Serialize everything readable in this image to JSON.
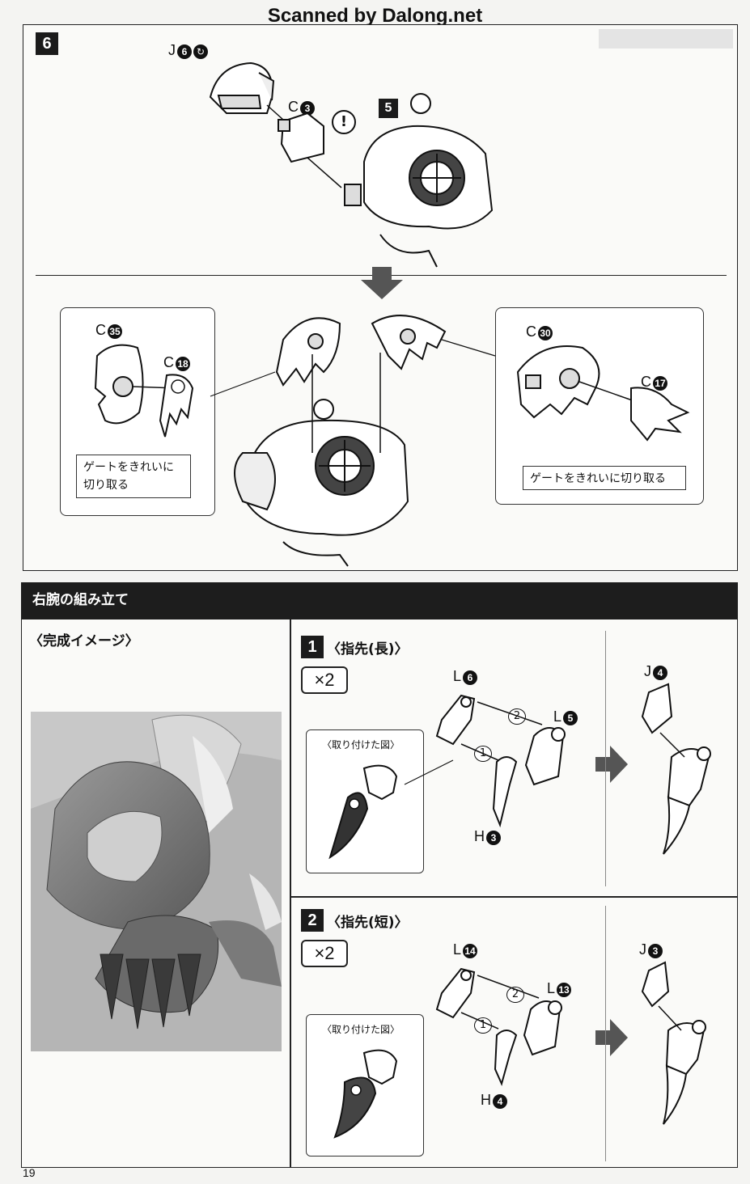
{
  "watermark": "Scanned by Dalong.net",
  "step6": {
    "number": "6",
    "parts": {
      "j": "J",
      "j_num": "6",
      "c": "C",
      "c_num": "3",
      "sub": "5"
    },
    "left_callout": {
      "c_a": "C",
      "c_a_num": "35",
      "c_b": "C",
      "c_b_num": "18",
      "note_line1": "ゲートをきれいに",
      "note_line2": "切り取る"
    },
    "right_callout": {
      "c_a": "C",
      "c_a_num": "30",
      "c_b": "C",
      "c_b_num": "17",
      "note": "ゲートをきれいに切り取る"
    }
  },
  "section": {
    "title": "右腕の組み立て",
    "preview_title": "〈完成イメージ〉"
  },
  "substep1": {
    "number": "1",
    "title": "〈指先(長)〉",
    "multiplier": "×2",
    "inset_label": "〈取り付けた図〉",
    "l_top": "L",
    "l_top_num": "6",
    "l_right": "L",
    "l_right_num": "5",
    "h": "H",
    "h_num": "3",
    "j": "J",
    "j_num": "4",
    "order1": "1",
    "order2": "2"
  },
  "substep2": {
    "number": "2",
    "title": "〈指先(短)〉",
    "multiplier": "×2",
    "inset_label": "〈取り付けた図〉",
    "l_top": "L",
    "l_top_num": "14",
    "l_right": "L",
    "l_right_num": "13",
    "h": "H",
    "h_num": "4",
    "j": "J",
    "j_num": "3",
    "order1": "1",
    "order2": "2"
  },
  "page_number": "19"
}
